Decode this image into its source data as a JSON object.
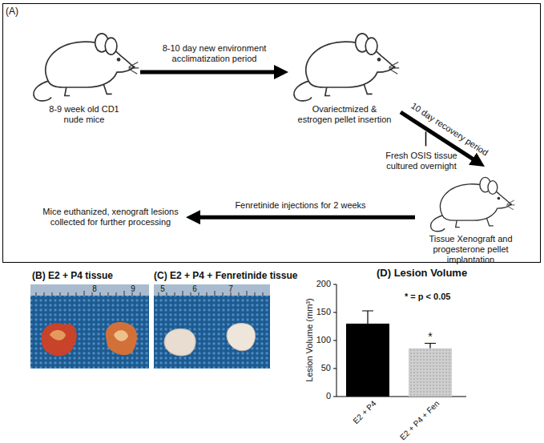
{
  "diagram": {
    "nodes": [
      {
        "text": [
          "(A)"
        ]
      },
      {
        "text": [
          "8-9 week old CD1 nude mice"
        ],
        "in": 0
      },
      {
        "text": [
          "Ovariectmized & estrogen pellet insertion"
        ],
        "in": 0
      },
      {
        "text": [
          "Tissue Xenograft and progesterone pellet implantation"
        ],
        "in": 0
      },
      {
        "text": [
          "Mice euthanized, xenograft lesions collected for further processing"
        ],
        "in": 0
      }
    ],
    "edges": [
      {
        "from": 1,
        "to": 2,
        "arrow": "to",
        "label": "8-10 day new environment acclimatization period"
      },
      {
        "from": 2,
        "to": 3,
        "arrow": "to",
        "label": "10 day recovery period"
      },
      {
        "from": 3,
        "to": 4,
        "arrow": "to",
        "label": "Fenretinide injections for 2 weeks"
      }
    ],
    "labels": [
      "(B) E2 + P4 tissue",
      "(C) E2 + P4 + Fenretinide tissue",
      "(D) Lesion Volume",
      "* = p < 0.05",
      "Lesion Volume (mm³)",
      "200",
      "150",
      "100",
      "50",
      "0",
      "E2 + P4",
      "E2 + P4 + Fen",
      "*",
      "Fresh OSIS tissue cultured overnight",
      "8",
      "9",
      "5",
      "6",
      "7"
    ]
  }
}
